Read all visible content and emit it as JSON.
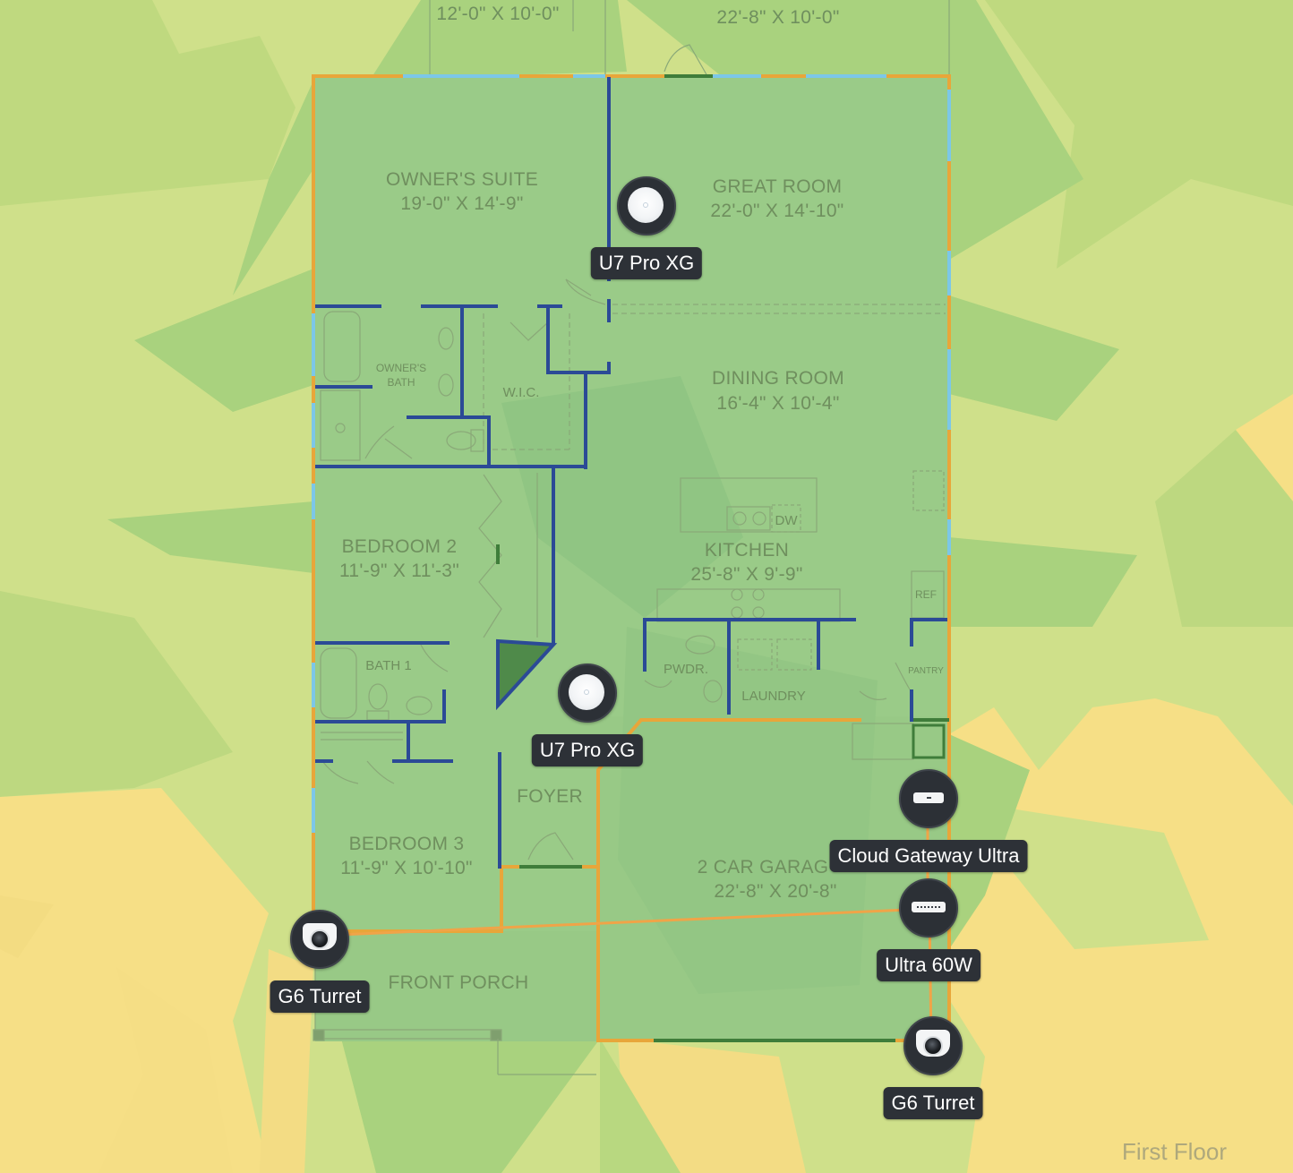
{
  "floor": {
    "label": "First Floor"
  },
  "rooms": [
    {
      "name": "OWNER'S SUITE",
      "size": "19'-0\" X 14'-9\""
    },
    {
      "name": "GREAT ROOM",
      "size": "22'-0\" X 14'-10\""
    },
    {
      "name": "DINING ROOM",
      "size": "16'-4\" X 10'-4\""
    },
    {
      "name": "KITCHEN",
      "size": "25'-8\" X 9'-9\""
    },
    {
      "name": "BEDROOM 2",
      "size": "11'-9\" X 11'-3\""
    },
    {
      "name": "BEDROOM 3",
      "size": "11'-9\" X 10'-10\""
    },
    {
      "name": "2 CAR GARAG",
      "size": "22'-8\" X 20'-8\""
    }
  ],
  "top_rooms": [
    {
      "size": "12'-0\" X 10'-0\""
    },
    {
      "size": "22'-8\" X 10'-0\""
    }
  ],
  "small_rooms": {
    "owners_bath": [
      "OWNER'S",
      "BATH"
    ],
    "wic": "W.I.C.",
    "bath1": "BATH 1",
    "pwdr": "PWDR.",
    "laundry": "LAUNDRY",
    "foyer": "FOYER",
    "front_porch": "FRONT PORCH",
    "dw": "DW",
    "ref": "REF",
    "pantry": "PANTRY"
  },
  "devices": [
    {
      "id": "ap1",
      "type": "access-point",
      "label": "U7 Pro XG"
    },
    {
      "id": "ap2",
      "type": "access-point",
      "label": "U7 Pro XG"
    },
    {
      "id": "gateway",
      "type": "gateway",
      "label": "Cloud Gateway Ultra"
    },
    {
      "id": "switch",
      "type": "switch",
      "label": "Ultra 60W"
    },
    {
      "id": "cam1",
      "type": "camera",
      "label": "G6 Turret"
    },
    {
      "id": "cam2",
      "type": "camera",
      "label": "G6 Turret"
    }
  ],
  "colors": {
    "coverage_strong": "#98c986",
    "coverage_good": "#a9d27e",
    "coverage_fair": "#cfe08a",
    "coverage_weak": "#f6df86",
    "wall_interior": "#2b4a96",
    "wall_exterior": "#e8a63a",
    "wall_glass": "#7cc7e8",
    "cable": "#f0a448",
    "device_bg": "#2c3036",
    "camera_arc": "#3d8fe8"
  }
}
